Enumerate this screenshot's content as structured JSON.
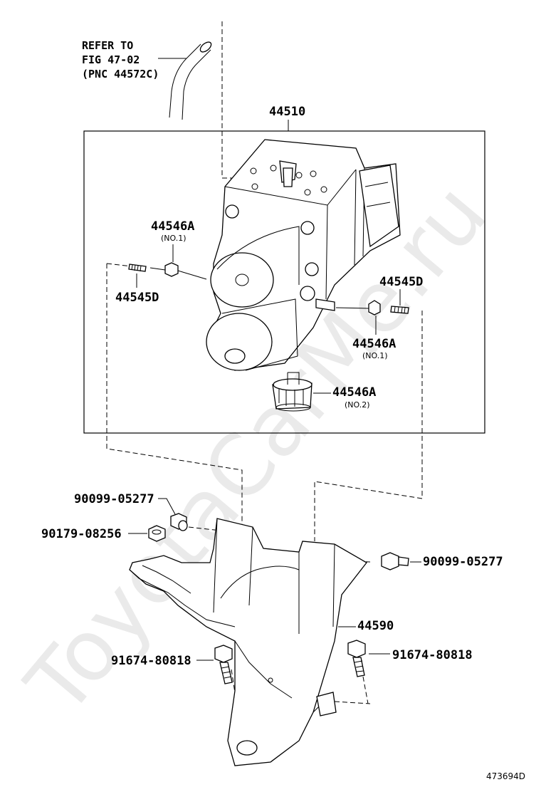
{
  "watermark": "ToyotaCarMe.ru",
  "reference_note": {
    "line1": "REFER TO",
    "line2": "FIG 47-02",
    "line3": "(PNC 44572C)"
  },
  "callouts": {
    "assembly": "44510",
    "nut_left": "44546A",
    "nut_left_sub": "(NO.1)",
    "stud_left": "44545D",
    "stud_right": "44545D",
    "nut_right": "44546A",
    "nut_right_sub": "(NO.1)",
    "nut_bottom": "44546A",
    "nut_bottom_sub": "(NO.2)",
    "bolt_top_left": "90099-05277",
    "bolt_left": "90179-08256",
    "bolt_right": "90099-05277",
    "bracket": "44590",
    "bolt_lower_left": "91674-80818",
    "bolt_lower_right": "91674-80818"
  },
  "page_number": "473694D"
}
